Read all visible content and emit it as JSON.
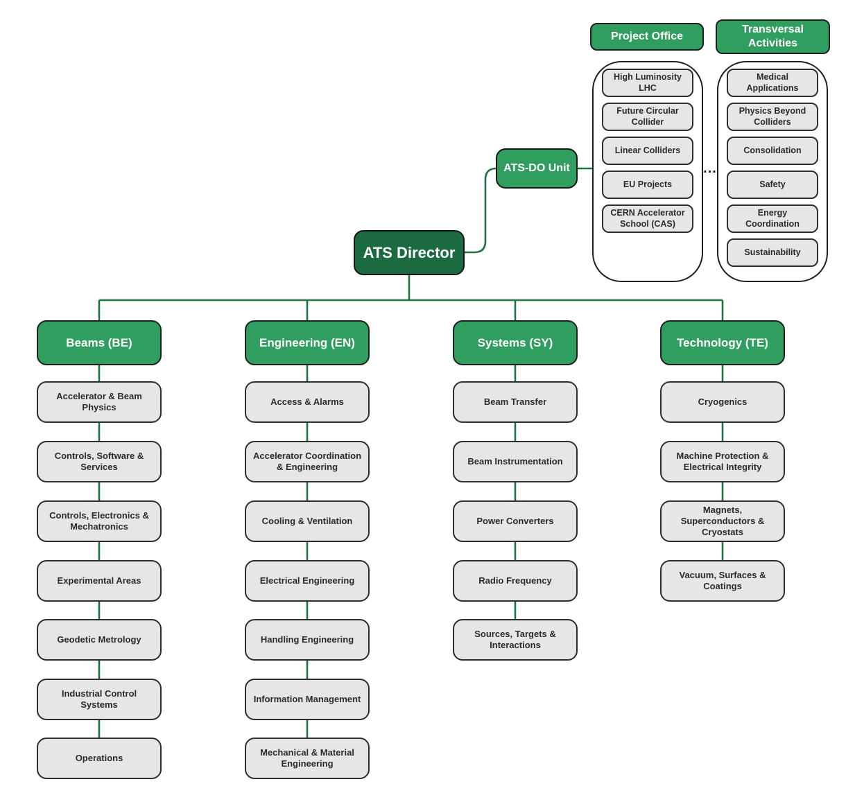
{
  "colors": {
    "primary_green": "#2f9e5f",
    "dark_green": "#1c6b40",
    "connector_green": "#1d7343",
    "node_gray": "#e6e6e6",
    "node_border": "#2d2d2d",
    "text_dark": "#2b2b2b",
    "text_white": "#ffffff"
  },
  "director": {
    "label": "ATS Director"
  },
  "ats_do_unit": {
    "label": "ATS-DO Unit"
  },
  "ellipsis": "...",
  "side_panels": [
    {
      "title": "Project Office",
      "items": [
        "High Luminosity LHC",
        "Future Circular Collider",
        "Linear Colliders",
        "EU Projects",
        "CERN Accelerator School (CAS)"
      ]
    },
    {
      "title": "Transversal Activities",
      "items": [
        "Medical Applications",
        "Physics Beyond Colliders",
        "Consolidation",
        "Safety",
        "Energy Coordination",
        "Sustainability"
      ]
    }
  ],
  "departments": [
    {
      "label": "Beams (BE)",
      "groups": [
        "Accelerator & Beam Physics",
        "Controls, Software & Services",
        "Controls, Electronics & Mechatronics",
        "Experimental Areas",
        "Geodetic Metrology",
        "Industrial Control Systems",
        "Operations"
      ]
    },
    {
      "label": "Engineering (EN)",
      "groups": [
        "Access & Alarms",
        "Accelerator Coordination & Engineering",
        "Cooling & Ventilation",
        "Electrical Engineering",
        "Handling Engineering",
        "Information Management",
        "Mechanical & Material Engineering"
      ]
    },
    {
      "label": "Systems (SY)",
      "groups": [
        "Beam Transfer",
        "Beam Instrumentation",
        "Power Converters",
        "Radio Frequency",
        "Sources, Targets & Interactions"
      ]
    },
    {
      "label": "Technology (TE)",
      "groups": [
        "Cryogenics",
        "Machine Protection & Electrical Integrity",
        "Magnets, Superconductors & Cryostats",
        "Vacuum, Surfaces & Coatings"
      ]
    }
  ]
}
